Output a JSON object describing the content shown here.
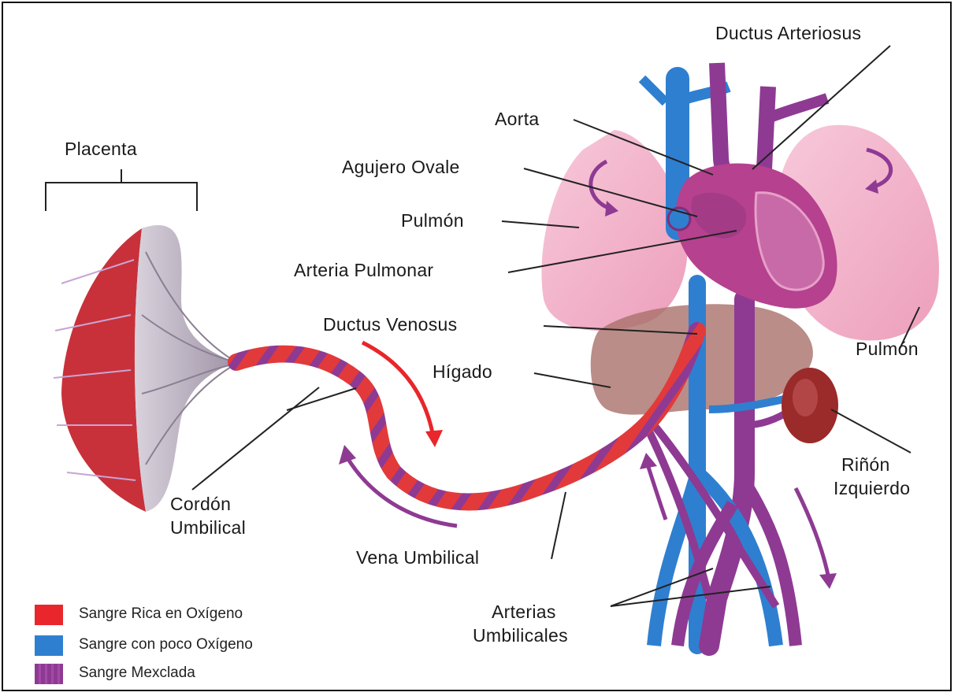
{
  "labels": {
    "placenta": "Placenta",
    "ductus_arteriosus": "Ductus Arteriosus",
    "aorta": "Aorta",
    "agujero_ovale": "Agujero Ovale",
    "pulmon_left": "Pulmón",
    "arteria_pulmonar": "Arteria Pulmonar",
    "ductus_venosus": "Ductus Venosus",
    "higado": "Hígado",
    "pulmon_right": "Pulmón",
    "rinon_line1": "Riñón",
    "rinon_line2": "Izquierdo",
    "cordon_line1": "Cordón",
    "cordon_line2": "Umbilical",
    "vena_umbilical": "Vena Umbilical",
    "arterias_line1": "Arterias",
    "arterias_line2": "Umbilicales"
  },
  "legend": [
    {
      "label": "Sangre Rica en Oxígeno",
      "color": "#e8262b"
    },
    {
      "label": "Sangre con poco Oxígeno",
      "color": "#2f7fd0"
    },
    {
      "label": "Sangre Mexclada",
      "color": "#8e3a93"
    }
  ],
  "colors": {
    "oxygen_rich": "#e8262b",
    "low_oxygen": "#2f7fd0",
    "mixed": "#8e3a93",
    "lung": "#f2a9c4",
    "liver": "#a9706a",
    "kidney": "#9b2a2a",
    "placenta": "#c9c2cc"
  }
}
